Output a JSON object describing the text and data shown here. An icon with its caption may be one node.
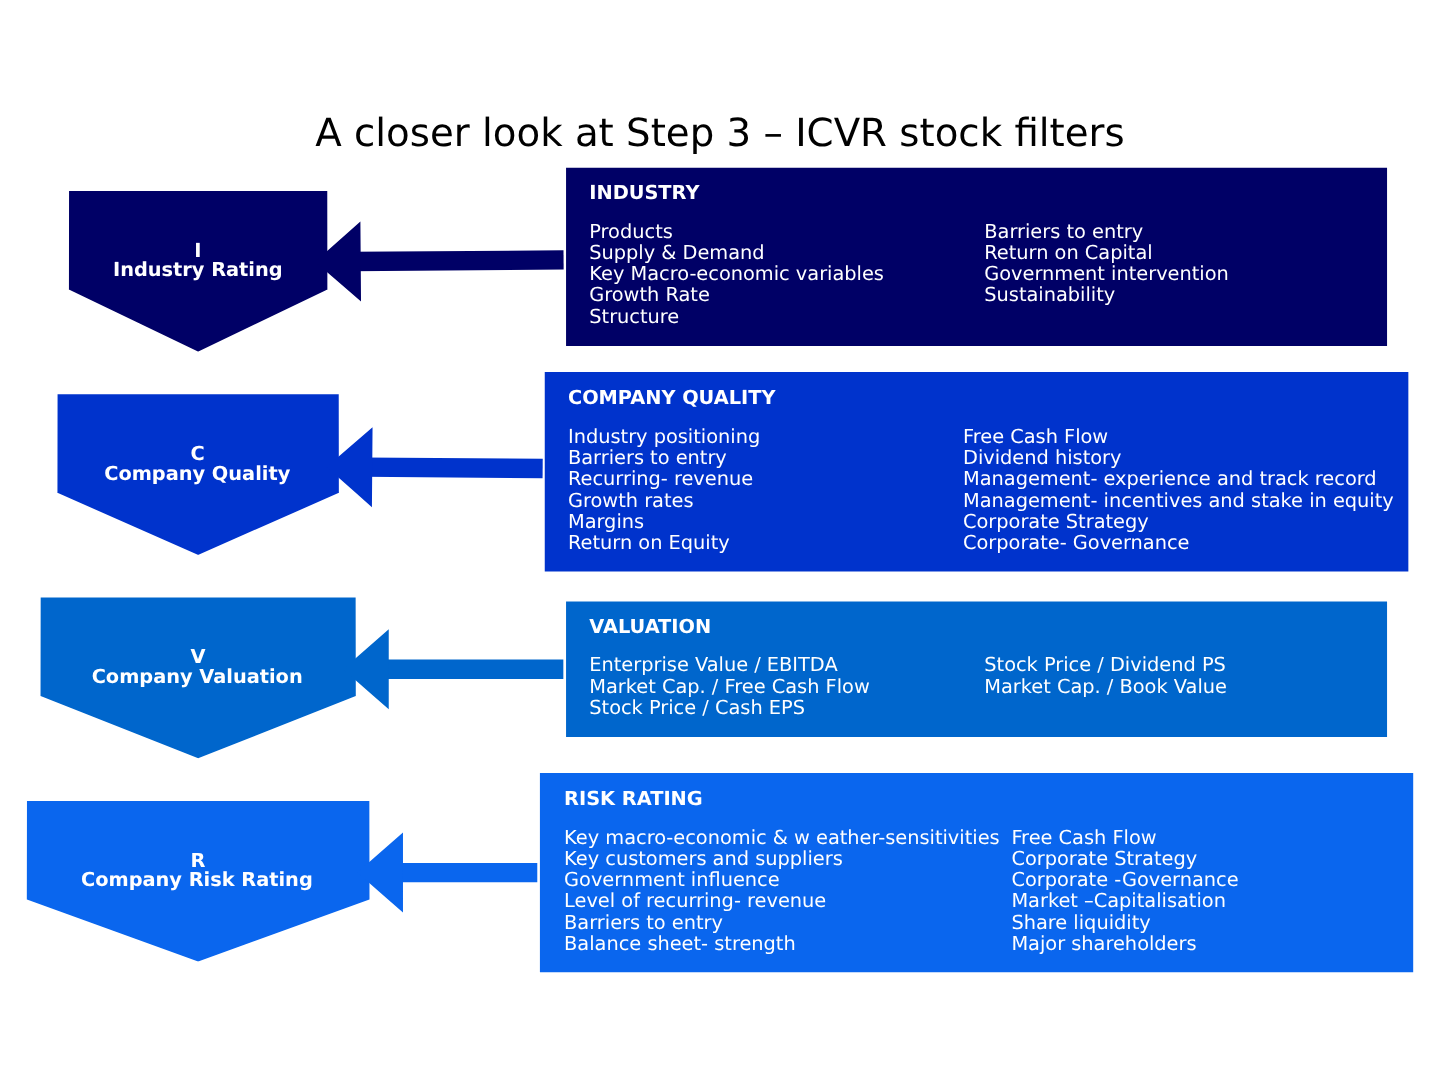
{
  "diagram": {
    "title": "A closer look at Step 3 – ICVR stock filters",
    "nodes": [
      {
        "text": [
          "I",
          "Industry Rating"
        ]
      },
      {
        "text": [
          "C",
          "Company Quality"
        ]
      },
      {
        "text": [
          "V",
          "Company Valuation"
        ]
      },
      {
        "text": [
          "R",
          "Company Risk Rating"
        ]
      },
      {
        "text": [
          "INDUSTRY",
          "Products",
          "Supply & Demand",
          "Key Macro-economic variables",
          "Growth Rate",
          "Structure",
          "Barriers to entry",
          "Return on Capital",
          "Government intervention",
          "Sustainability"
        ]
      },
      {
        "text": [
          "COMPANY QUALITY",
          "Industry positioning",
          "Barriers to entry",
          "Recurring- revenue",
          "Growth rates",
          "Margins",
          "Return on Equity",
          "Free Cash Flow",
          "Dividend history",
          "Management- experience and track record",
          "Management- incentives and stake in equity",
          "Corporate Strategy",
          "Corporate- Governance"
        ]
      },
      {
        "text": [
          "VALUATION",
          "Enterprise Value / EBITDA",
          "Market Cap. / Free Cash Flow",
          "Stock Price / Cash EPS",
          "Stock Price / Dividend PS",
          "Market Cap. / Book Value"
        ]
      },
      {
        "text": [
          "RISK RATING",
          "Key macro-economic & w eather-sensitivities",
          "Key customers and suppliers",
          "Government influence",
          "Level of recurring- revenue",
          "Barriers to entry",
          "Balance sheet- strength",
          "Free Cash Flow",
          "Corporate Strategy",
          "Corporate -Governance",
          "Market –Capitalisation",
          "Share liquidity",
          "Major shareholders"
        ]
      }
    ],
    "edges": [
      {
        "from": 4,
        "to": 0,
        "arrow": "to",
        "color": "#000066"
      },
      {
        "from": 5,
        "to": 1,
        "arrow": "to",
        "color": "#0033cc"
      },
      {
        "from": 6,
        "to": 2,
        "arrow": "to",
        "color": "#0066cc"
      },
      {
        "from": 7,
        "to": 3,
        "arrow": "to",
        "color": "#0a66ee"
      }
    ]
  }
}
